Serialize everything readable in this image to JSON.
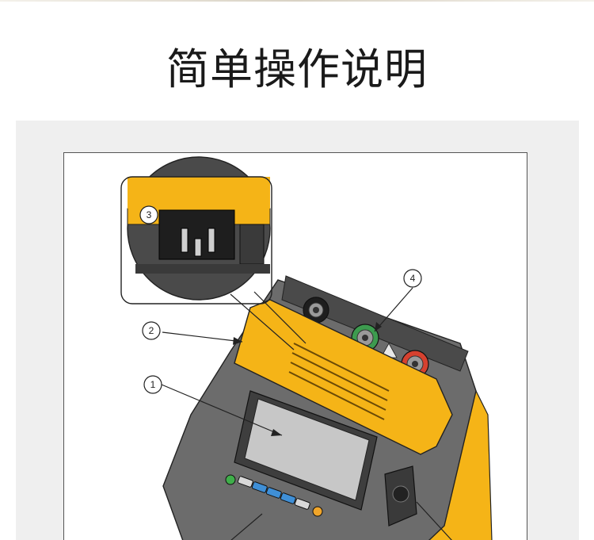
{
  "page": {
    "title": "简单操作说明"
  },
  "figure": {
    "callouts": [
      {
        "id": "1",
        "label": "1"
      },
      {
        "id": "2",
        "label": "2"
      },
      {
        "id": "3",
        "label": "3"
      },
      {
        "id": "4",
        "label": "4"
      }
    ]
  },
  "colors": {
    "yellow": "#f5b417",
    "body_gray": "#6c6c6c",
    "screen": "#c7c7c7",
    "terminal_green": "#3d9b4f",
    "terminal_red": "#d6412f",
    "button_blue": "#3f8fd6",
    "button_green": "#3fae4a",
    "button_orange": "#f0a52a"
  }
}
